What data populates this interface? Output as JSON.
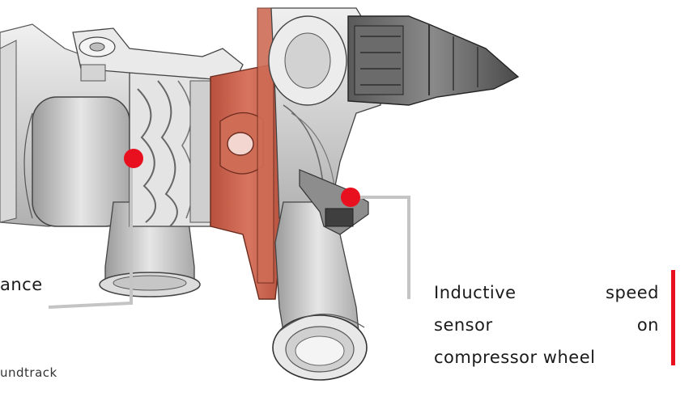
{
  "labels": {
    "left_partial": "ance",
    "right_line1_a": "Inductive",
    "right_line1_b": "speed",
    "right_line2_a": "sensor",
    "right_line2_b": "on",
    "right_line3": "compressor wheel",
    "bottom_partial": "undtrack"
  },
  "colors": {
    "marker": "#e8101f",
    "accent_bar": "#e8101f",
    "leader": "#c4c4c4",
    "housing_highlight": "#c9604a"
  },
  "markers": [
    {
      "name": "left-measurement-point"
    },
    {
      "name": "speed-sensor-point"
    }
  ]
}
